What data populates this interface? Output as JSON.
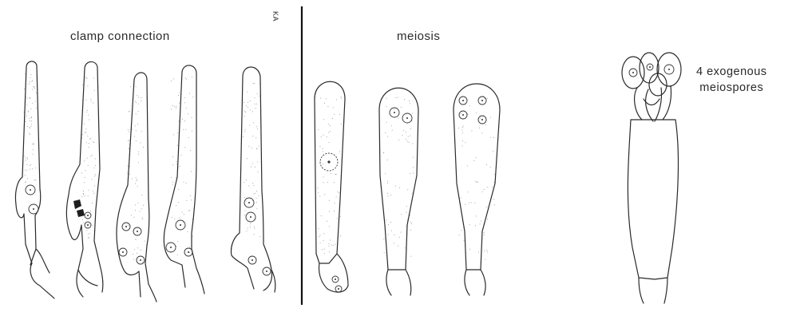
{
  "labels": {
    "clamp": "clamp connection",
    "meiosis": "meiosis",
    "spores_line1": "4 exogenous",
    "spores_line2": "meiospores",
    "author": "KA"
  },
  "colors": {
    "ink": "#2a2a2a",
    "background": "#ffffff"
  }
}
